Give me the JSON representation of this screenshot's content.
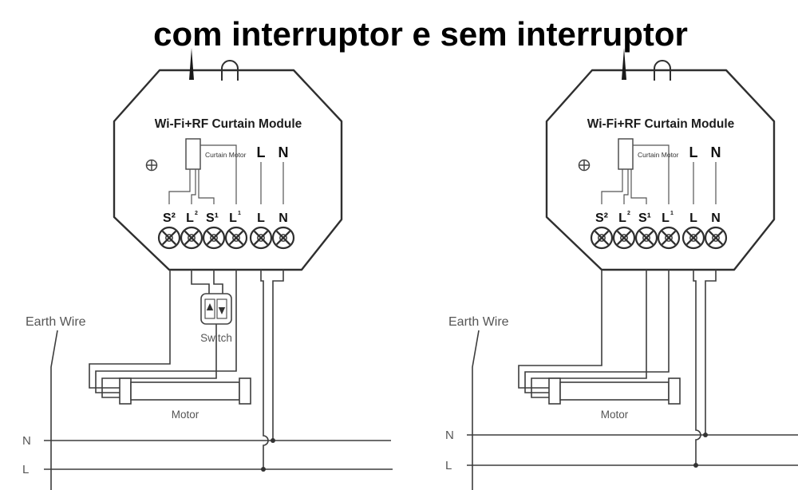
{
  "title": "com interruptor e sem interruptor",
  "left": {
    "module_title": "Wi-Fi+RF Curtain Module",
    "curtain_motor_label": "Curtain Motor",
    "top_l": "L",
    "top_n": "N",
    "terminals": {
      "t1": "S²",
      "t2": "L",
      "t2_sub": "2",
      "t3": "S¹",
      "t4": "L",
      "t4_sub": "1",
      "t5": "L",
      "t6": "N"
    },
    "earth_wire_label": "Earth Wire",
    "switch_label": "Switch",
    "motor_label": "Motor",
    "bus_n_label": "N",
    "bus_l_label": "L"
  },
  "right": {
    "module_title": "Wi-Fi+RF Curtain Module",
    "curtain_motor_label": "Curtain Motor",
    "top_l": "L",
    "top_n": "N",
    "terminals": {
      "t1": "S²",
      "t2": "L",
      "t2_sub": "2",
      "t3": "S¹",
      "t4": "L",
      "t4_sub": "1",
      "t5": "L",
      "t6": "N"
    },
    "earth_wire_label": "Earth Wire",
    "motor_label": "Motor",
    "bus_n_label": "N",
    "bus_l_label": "L"
  }
}
